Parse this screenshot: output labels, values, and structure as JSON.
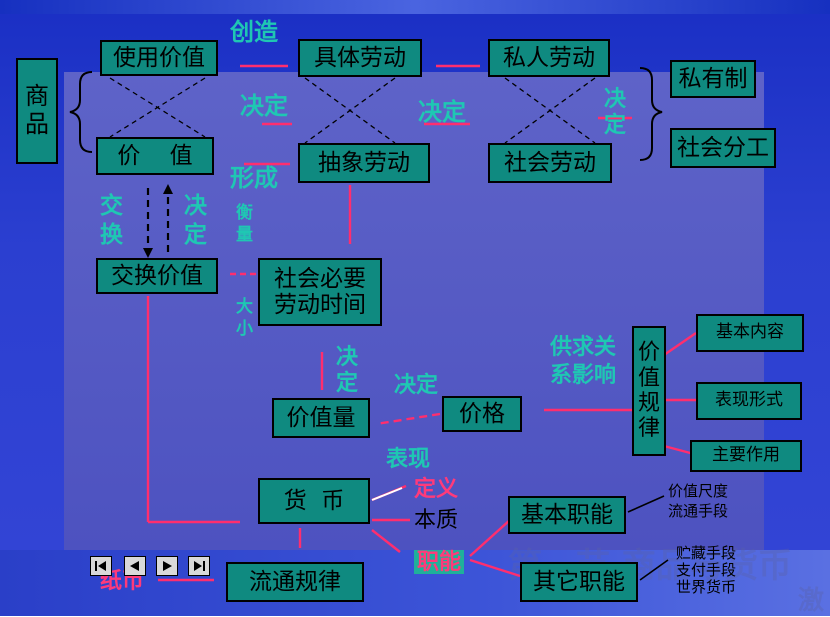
{
  "boxes": {
    "shangpin": "商\n品",
    "shiyongjiazhi": "使用价值",
    "jiazhi": "价    值",
    "jutilaodong": "具体劳动",
    "chouxianglaodong": "抽象劳动",
    "sirenlaodong": "私人劳动",
    "shehuilaodong": "社会劳动",
    "siyouzhi": "私有制",
    "shehuifengong": "社会分工",
    "jiaohuanjiazhi": "交换价值",
    "shehuibiyao": "社会必要\n劳动时间",
    "jiazhiliang": "价值量",
    "jiage": "价格",
    "jiazhiguilv": "价\n值\n规\n律",
    "jibenneirong": "基本内容",
    "biaoxianxingshi": "表现形式",
    "zhuyaozuoyong": "主要作用",
    "huobi": "货  币",
    "jibenzhineng": "基本职能",
    "qitazhineng": "其它职能",
    "liutongguilv": "流通规律"
  },
  "labels": {
    "chuangzao": "创造",
    "jueding1": "决定",
    "jueding2": "决定",
    "jueding3": "决\n定",
    "xingcheng": "形成",
    "jiaohuan": "交\n换",
    "jueding4": "决\n定",
    "hengliang": "衡\n量",
    "daxiao": "大\n小",
    "jueding5": "决\n定",
    "jueding6": "决定",
    "gongqiu": "供求关\n系影响",
    "biaoxian": "表现",
    "dingyi": "定义",
    "benzhi": "本质",
    "zhineng": "职能",
    "zhibi": "纸币",
    "jiazhichidu": "价值尺度",
    "liutongshouduan": "流通手段",
    "jiaocang": "贮藏手段",
    "zhifu": "支付手段",
    "shijiehuobi": "世界货币"
  },
  "watermark": "第一节 商品与货币",
  "corner_watermark": "激"
}
